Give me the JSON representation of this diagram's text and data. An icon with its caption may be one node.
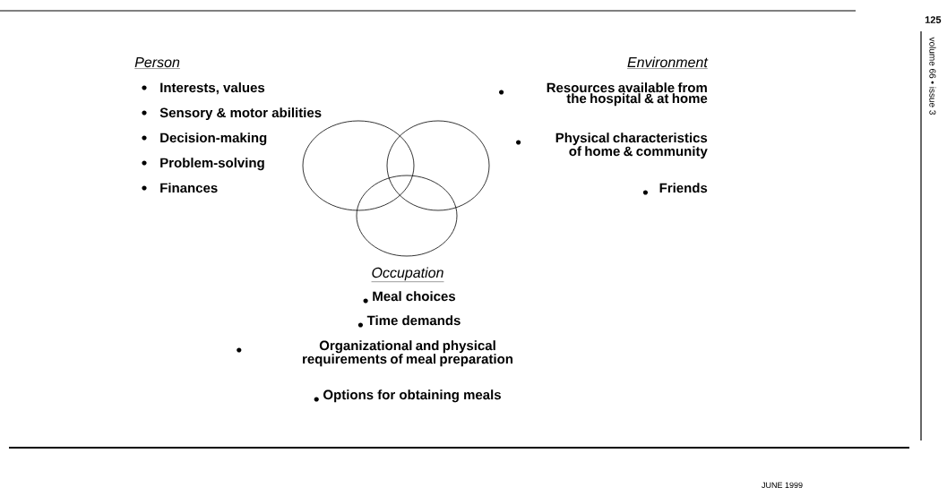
{
  "diagram": {
    "labels": [
      "Person",
      "Interests, values",
      "Sensory & motor abilities",
      "Decision-making",
      "Problem-solving",
      "Finances",
      "Environment",
      "Resources available from the hospital & at home",
      "Physical characteristics of home & community",
      "Friends",
      "Occupation",
      "Meal choices",
      "Time demands",
      "Organizational and physical requirements of meal preparation",
      "Options for obtaining meals",
      "125",
      "volume 66 • issue 3",
      "JUNE 1999"
    ]
  }
}
